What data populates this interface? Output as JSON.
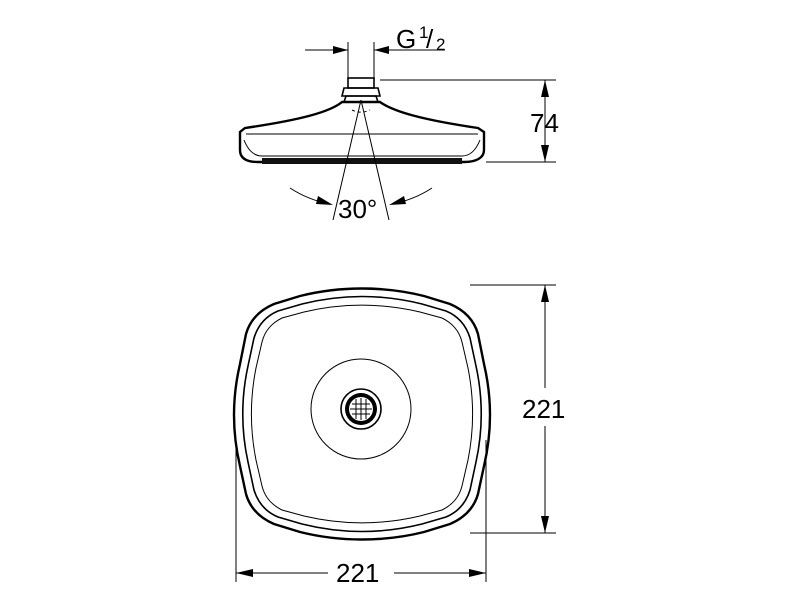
{
  "dimensions": {
    "thread_label": "G",
    "thread_fraction_num": "1",
    "thread_fraction_den": "2",
    "height": "74",
    "spray_angle": "30°",
    "width": "221",
    "depth": "221"
  }
}
